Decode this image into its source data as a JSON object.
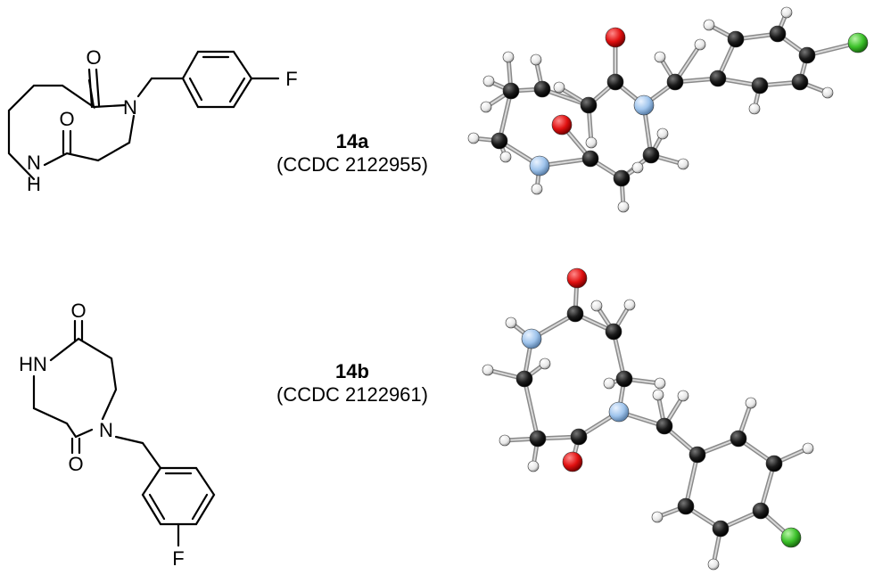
{
  "compounds": [
    {
      "id": "14a",
      "ccdc": "(CCDC 2122955)",
      "atom_labels": {
        "fluorine": "F",
        "nitrogen": "N",
        "oxygen1": "O",
        "oxygen2": "O",
        "nh_n": "N",
        "nh_h": "H"
      }
    },
    {
      "id": "14b",
      "ccdc": "(CCDC 2122961)",
      "atom_labels": {
        "fluorine": "F",
        "nitrogen": "N",
        "oxygen1": "O",
        "oxygen2": "O",
        "nh": "HN"
      }
    }
  ],
  "atom_colors": {
    "carbon": "#1a1a1a",
    "hydrogen": "#f2f2f2",
    "oxygen": "#e01010",
    "nitrogen": "#9fc4ec",
    "fluorine": "#3cc12a"
  }
}
